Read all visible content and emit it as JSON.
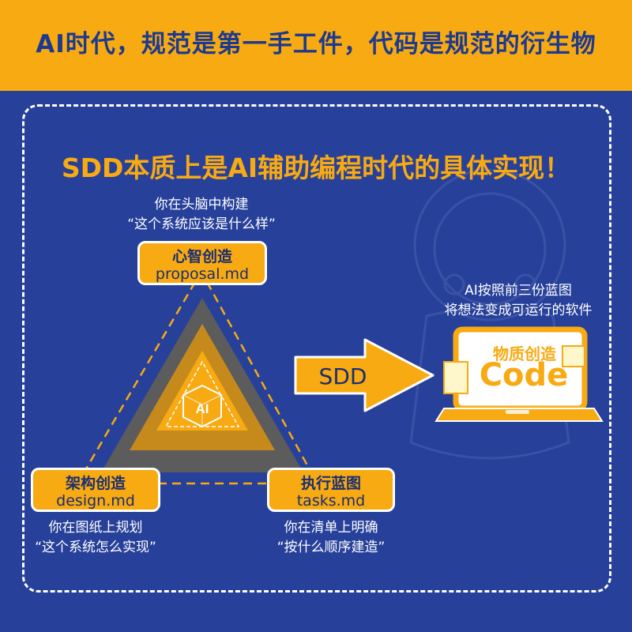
{
  "header": {
    "title": "AI时代，规范是第一手工件，代码是规范的衍生物"
  },
  "subtitle": "SDD本质上是AI辅助编程时代的具体实现！",
  "nodes": {
    "top": {
      "title": "心智创造",
      "file": "proposal.md",
      "caption_1": "你在头脑中构建",
      "caption_2": "“这个系统应该是什么样”"
    },
    "left": {
      "title": "架构创造",
      "file": "design.md",
      "caption_1": "你在图纸上规划",
      "caption_2": "“这个系统怎么实现”"
    },
    "right": {
      "title": "执行蓝图",
      "file": "tasks.md",
      "caption_1": "你在清单上明确",
      "caption_2": "“按什么顺序建造”"
    }
  },
  "center_badge": "AI",
  "arrow_label": "SDD",
  "output": {
    "caption_1": "AI按照前三份蓝图",
    "caption_2": "将想法变成可运行的软件",
    "title": "物质创造",
    "code": "Code"
  },
  "colors": {
    "background": "#27409a",
    "accent": "#f8aa12",
    "header_text": "#1d3a8e",
    "triangle_outer": "#5c5c5c",
    "triangle_mid": "#c68a1c"
  }
}
